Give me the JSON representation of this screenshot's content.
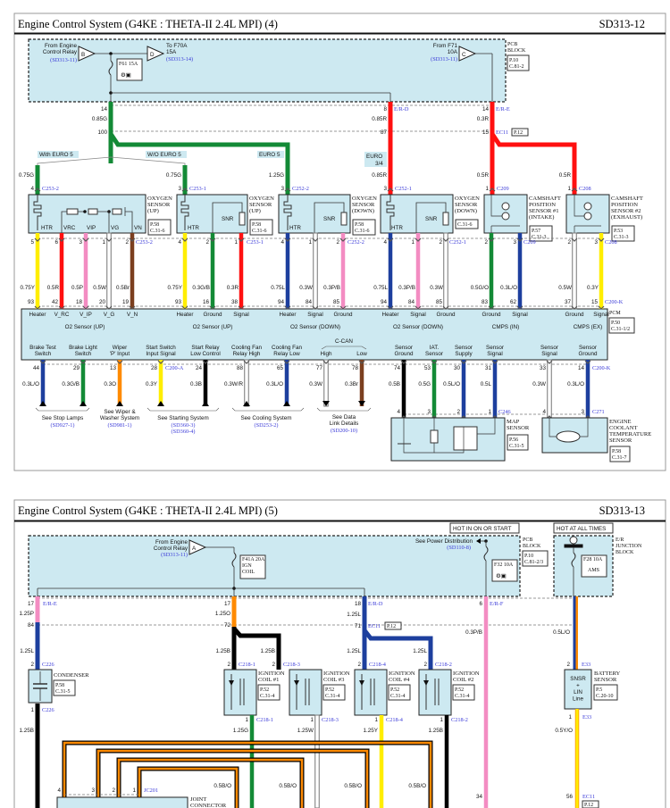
{
  "colors": {
    "block_fill": "#cde9f1",
    "green": "#138a36",
    "red": "#ff1010",
    "pink": "#f38cc2",
    "yellow": "#ffee00",
    "brown": "#7b3f1f",
    "blue": "#1d3f9e",
    "white": "#ffffff",
    "orange": "#ff8a00",
    "black": "#000000",
    "connector_text": "#3a3ad8"
  },
  "d1": {
    "title": "Engine Control System (G4KE : THETA-II 2.4L MPI) (4)",
    "code": "SD313-12",
    "pcb": {
      "name": [
        "PCB",
        "BLOCK"
      ],
      "ref": [
        "P.10",
        "C.81-2"
      ],
      "fuse": "F61 15A",
      "in_b": {
        "lines": [
          "From Engine",
          "Control Relay"
        ],
        "ref": "(SD313-11)",
        "letter": "B"
      },
      "out_d": {
        "lines": [
          "To F70A",
          "15A"
        ],
        "ref": "(SD313-14)",
        "letter": "D"
      },
      "in_c": {
        "lines": [
          "From F71",
          "10A"
        ],
        "ref": "(SD313-11)",
        "letter": "C"
      }
    },
    "bus": {
      "pin_g": "14",
      "gauge_g": "0.85G",
      "pin2_g": "100",
      "pin_rd": "8",
      "conn_rd": "E/R-D",
      "gauge_rd": "0.85R",
      "pin2_rd": "87",
      "pin_re": "14",
      "conn_re": "E/R-E",
      "gauge_re": "0.3R",
      "pin2_re": "15",
      "conn_ec": "EC11",
      "ref_ec": "P.12"
    },
    "variants": [
      "With EURO 5",
      "W/O EURO 5",
      "EURO 5",
      "EURO",
      "3/4"
    ],
    "supply": [
      {
        "gauge": "0.75G",
        "pin": "4",
        "conn": "C253-2"
      },
      {
        "gauge": "0.75G",
        "pin": "3",
        "conn": "C253-1"
      },
      {
        "gauge": "1.25G",
        "pin": "3",
        "conn": "C252-2"
      },
      {
        "gauge": "0.85R",
        "pin": "3",
        "conn": "C252-1"
      },
      {
        "gauge": "0.5R",
        "pin": "1",
        "conn": "C209"
      },
      {
        "gauge": "0.5R",
        "pin": "1",
        "conn": "C208"
      }
    ],
    "sensors": [
      {
        "name": [
          "OXYGEN",
          "SENSOR",
          "(UP)"
        ],
        "ref": [
          "P.58",
          "C.31-6"
        ],
        "terms": [
          "HTR",
          "VRC",
          "VIP",
          "VG",
          "VN"
        ],
        "conn": "C253-2"
      },
      {
        "name": [
          "OXYGEN",
          "SENSOR",
          "(UP)"
        ],
        "ref": [
          "P.58",
          "C.31-6"
        ],
        "terms": [
          "HTR",
          "SNR"
        ],
        "conn": "C253-1"
      },
      {
        "name": [
          "OXYGEN",
          "SENSOR",
          "(DOWN)"
        ],
        "ref": [
          "P.58",
          "C.31-6"
        ],
        "terms": [
          "HTR",
          "SNR"
        ],
        "conn": "C252-2"
      },
      {
        "name": [
          "OXYGEN",
          "SENSOR",
          "(DOWN)"
        ],
        "ref": [
          "C.31-6"
        ],
        "terms": [
          "HTR",
          "SNR"
        ],
        "conn": "C252-1"
      },
      {
        "name": [
          "CAMSHAFT",
          "POSITION",
          "SENSOR #1",
          "(INTAKE)"
        ],
        "ref": [
          "P.57",
          "C.31-3"
        ],
        "conn": "C209"
      },
      {
        "name": [
          "CAMSHAFT",
          "POSITION",
          "SENSOR #2",
          "(EXHAUST)"
        ],
        "ref": [
          "P.53",
          "C.31-3"
        ],
        "conn": "C208"
      }
    ],
    "upper_wires": [
      {
        "spin": "5",
        "gauge": "0.75Y",
        "ppin": "93",
        "func": "Heater",
        "color": "#ffee00"
      },
      {
        "spin": "6",
        "gauge": "0.5R",
        "ppin": "42",
        "func": "V_RC",
        "color": "#ff1010"
      },
      {
        "spin": "3",
        "gauge": "0.5P",
        "ppin": "18",
        "func": "V_IP",
        "color": "#f38cc2"
      },
      {
        "spin": "1",
        "gauge": "0.5W",
        "ppin": "20",
        "func": "V_G",
        "color": "#ffffff"
      },
      {
        "spin": "2",
        "gauge": "0.5Br",
        "ppin": "19",
        "func": "V_N",
        "color": "#7b3f1f"
      },
      {
        "spin": "4",
        "gauge": "0.75Y",
        "ppin": "93",
        "func": "Heater",
        "color": "#ffee00"
      },
      {
        "spin": "2",
        "gauge": "0.3G/B",
        "ppin": "16",
        "func": "Ground",
        "color": "#138a36"
      },
      {
        "spin": "1",
        "gauge": "0.3R",
        "ppin": "38",
        "func": "Signal",
        "color": "#ff1010"
      },
      {
        "spin": "4",
        "gauge": "0.75L",
        "ppin": "94",
        "func": "Heater",
        "color": "#1d3f9e"
      },
      {
        "spin": "1",
        "gauge": "0.3W",
        "ppin": "84",
        "func": "Signal",
        "color": "#ffffff"
      },
      {
        "spin": "2",
        "gauge": "0.3P/B",
        "ppin": "85",
        "func": "Ground",
        "color": "#f38cc2"
      },
      {
        "spin": "4",
        "gauge": "0.75L",
        "ppin": "94",
        "func": "Heater",
        "color": "#1d3f9e"
      },
      {
        "spin": "1",
        "gauge": "0.3P/B",
        "ppin": "84",
        "func": "Signal",
        "color": "#f38cc2"
      },
      {
        "spin": "2",
        "gauge": "0.3W",
        "ppin": "85",
        "func": "Ground",
        "color": "#ffffff"
      },
      {
        "spin": "2",
        "gauge": "0.5G/O",
        "ppin": "83",
        "func": "Ground",
        "color": "#138a36"
      },
      {
        "spin": "3",
        "gauge": "0.3L/O",
        "ppin": "62",
        "func": "Signal",
        "color": "#1d3f9e"
      },
      {
        "spin": "2",
        "gauge": "0.5W",
        "ppin": "37",
        "func": "Ground",
        "color": "#ffffff"
      },
      {
        "spin": "3",
        "gauge": "0.3Y",
        "ppin": "15",
        "func": "Signal",
        "color": "#ffee00"
      }
    ],
    "pcm": {
      "name": "PCM",
      "ref": [
        "P.50",
        "C.31-1/2"
      ],
      "conn": "C200-K",
      "groups": [
        "O2 Sensor (UP)",
        "O2 Sensor (UP)",
        "O2 Sensor (DOWN)",
        "O2 Sensor (DOWN)",
        "CMPS (IN)",
        "CMPS (EX)"
      ],
      "ccan": "C-CAN"
    },
    "lower_wires": [
      {
        "func": [
          "Brake Test",
          "Switch"
        ],
        "pin": "44",
        "gauge": "0.3L/O",
        "color": "#1d3f9e"
      },
      {
        "func": [
          "Brake Light",
          "Switch"
        ],
        "pin": "29",
        "gauge": "0.3G/B",
        "color": "#138a36"
      },
      {
        "func": [
          "Wiper",
          "'P' Input"
        ],
        "pin": "13",
        "gauge": "0.3O",
        "color": "#ff8a00"
      },
      {
        "func": [
          "Start Switch",
          "Input Signal"
        ],
        "pin": "28",
        "gauge": "0.3Y",
        "color": "#ffee00",
        "conn": "C200-A"
      },
      {
        "func": [
          "Start Relay",
          "Low Control"
        ],
        "pin": "24",
        "gauge": "0.3B",
        "color": "#000000"
      },
      {
        "func": [
          "Cooling Fan",
          "Relay High"
        ],
        "pin": "88",
        "gauge": "0.3W/R",
        "color": "#ffffff"
      },
      {
        "func": [
          "Cooling Fan",
          "Relay Low"
        ],
        "pin": "65",
        "gauge": "0.3L/O",
        "color": "#1d3f9e"
      },
      {
        "func": [
          "High"
        ],
        "pin": "77",
        "gauge": "0.3W",
        "color": "#ffffff"
      },
      {
        "func": [
          "Low"
        ],
        "pin": "78",
        "gauge": "0.3Br",
        "color": "#7b3f1f"
      },
      {
        "func": [
          "Sensor",
          "Ground"
        ],
        "pin": "74",
        "gauge": "0.5B",
        "color": "#000000",
        "spin": "4"
      },
      {
        "func": [
          "IAT.",
          "Sensor"
        ],
        "pin": "53",
        "gauge": "0.5G",
        "color": "#138a36",
        "spin": "3"
      },
      {
        "func": [
          "Sensor",
          "Supply"
        ],
        "pin": "30",
        "gauge": "0.5L/O",
        "color": "#1d3f9e",
        "spin": "2"
      },
      {
        "func": [
          "Sensor",
          "Signal"
        ],
        "pin": "31",
        "gauge": "0.5L",
        "color": "#1d3f9e",
        "spin": "1"
      },
      {
        "func": [
          "Sensor",
          "Signal"
        ],
        "pin": "33",
        "gauge": "0.3W",
        "color": "#ffffff",
        "spin": "4"
      },
      {
        "func": [
          "Sensor",
          "Ground"
        ],
        "pin": "14",
        "gauge": "0.3L/O",
        "color": "#1d3f9e",
        "spin": "3",
        "conn": "C200-K"
      }
    ],
    "refs": [
      {
        "lines": [
          "See Stop Lamps"
        ],
        "ref": [
          "(SD927-1)"
        ]
      },
      {
        "lines": [
          "See Wiper &",
          "Washer System"
        ],
        "ref": [
          "(SD981-1)"
        ]
      },
      {
        "lines": [
          "See Starting System"
        ],
        "ref": [
          "(SD360-3)",
          "(SD360-4)"
        ]
      },
      {
        "lines": [
          "See Cooling System"
        ],
        "ref": [
          "(SD253-2)"
        ]
      },
      {
        "lines": [
          "See Data",
          "Link Details"
        ],
        "ref": [
          "(SD200-10)"
        ]
      }
    ],
    "map": {
      "name": [
        "MAP",
        "SENSOR"
      ],
      "ref": [
        "P.56",
        "C.31-5"
      ],
      "conn": "C246"
    },
    "ect": {
      "name": [
        "ENGINE",
        "COOLANT",
        "TEMPERATURE",
        "SENSOR"
      ],
      "ref": [
        "P.58",
        "C.31-7"
      ],
      "conn": "C271"
    }
  },
  "d2": {
    "title": "Engine Control System (G4KE : THETA-II 2.4L MPI) (5)",
    "code": "SD313-13",
    "hot_on": "HOT IN ON OR START",
    "hot_all": "HOT AT ALL TIMES",
    "pcb": {
      "name": [
        "PCB",
        "BLOCK"
      ],
      "ref": [
        "P.10",
        "C.81-2/3"
      ],
      "fuse": [
        "F41A 20A",
        "IGN",
        "COIL"
      ],
      "fuse2": "F32 10A",
      "in_a": {
        "lines": [
          "From Engine",
          "Control Relay"
        ],
        "ref": "(SD313-11)",
        "letter": "A"
      },
      "power": {
        "label": "See Power Distribution",
        "ref": "(SD110-8)"
      }
    },
    "erjb": {
      "name": [
        "E/R",
        "JUNCTION",
        "BLOCK"
      ],
      "fuse": [
        "F28 10A",
        "AMS"
      ]
    },
    "wires": {
      "w1": {
        "pin": "17",
        "conn": "E/R-E",
        "gauge": "1.25P",
        "pin2": "84",
        "gauge2": "1.25L",
        "pin3": "2",
        "conn3": "C226",
        "pin4": "1",
        "conn4": "C226",
        "gauge4": "1.25B"
      },
      "w2": {
        "pin": "17",
        "gauge": "1.25O",
        "pin2": "72",
        "gauge_a": "1.25B",
        "gauge_b": "1.25B"
      },
      "w3": {
        "pin": "18",
        "conn": "E/R-D",
        "gauge": "1.25L",
        "pin2": "71",
        "conn2": "EC11",
        "ref2": "P.12",
        "gauge_a": "1.25L",
        "gauge_b": "1.25L"
      },
      "w4": {
        "pin": "6",
        "conn": "E/R-F",
        "gauge": "0.3P/B",
        "pin_b": "34"
      },
      "w5": {
        "gauge": "0.5L/O",
        "pin": "2",
        "conn": "E33",
        "pin_b": "1",
        "conn_b": "E33",
        "gauge_b": "0.5Y/O",
        "pin_c": "56",
        "conn_c": "EC11",
        "ref_c": "P.12"
      }
    },
    "condenser": {
      "name": "CONDENSER",
      "ref": [
        "P.58",
        "C.31-5"
      ]
    },
    "coils": [
      {
        "name": [
          "IGNITION",
          "COIL #1"
        ],
        "ref": [
          "P.52",
          "C.31-4"
        ],
        "conn": "C218-1",
        "gauge": "1.25G",
        "color": "#138a36"
      },
      {
        "name": [
          "IGNITION",
          "COIL #3"
        ],
        "ref": [
          "P.52",
          "C.31-4"
        ],
        "conn": "C218-3",
        "gauge": "1.25W",
        "color": "#ffffff"
      },
      {
        "name": [
          "IGNITION",
          "COIL #4"
        ],
        "ref": [
          "P.52",
          "C.31-4"
        ],
        "conn": "C218-4",
        "gauge": "1.25Y",
        "color": "#ffee00"
      },
      {
        "name": [
          "IGNITION",
          "COIL #2"
        ],
        "ref": [
          "P.52",
          "C.31-4"
        ],
        "conn": "C218-2",
        "gauge": "1.25B",
        "color": "#000000"
      }
    ],
    "coil_pins": {
      "top": "2",
      "bottom": "1"
    },
    "battery": {
      "name": [
        "BATTERY",
        "SENSOR"
      ],
      "ref": [
        "P.5",
        "C.20-10"
      ],
      "body": [
        "SNSR",
        "+",
        "LIN",
        "Line"
      ]
    },
    "joint": {
      "name": [
        "JOINT",
        "CONNECTOR"
      ],
      "conn": "JC201",
      "pins": [
        "4",
        "3",
        "2",
        "1"
      ],
      "gauge": "0.5B/O"
    }
  }
}
